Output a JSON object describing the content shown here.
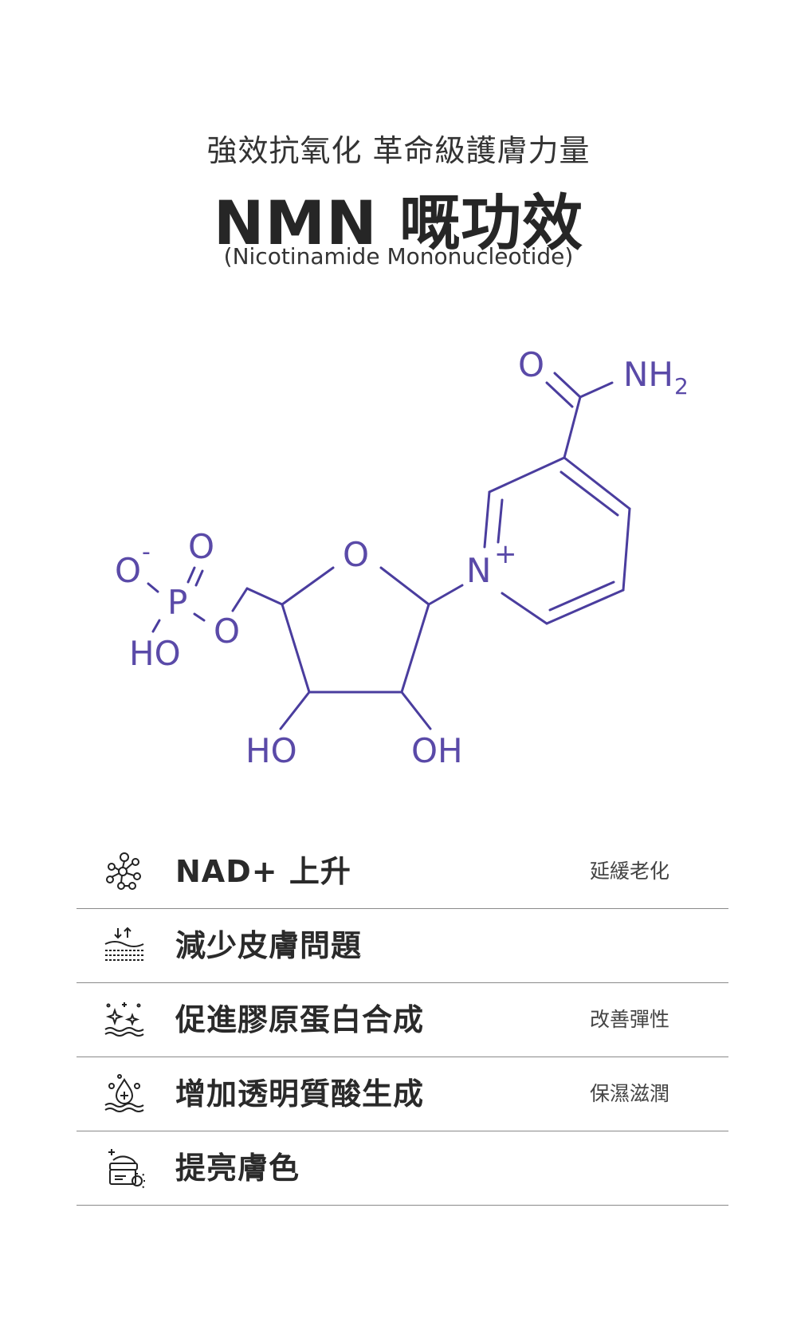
{
  "header": {
    "subtitle": "強效抗氧化 革命級護膚力量",
    "title": "NMN 嘅功效",
    "latin_name": "(Nicotinamide Mononucleotide)"
  },
  "molecule": {
    "color": "#5a4aa8",
    "labels": {
      "o_carbonyl": "O",
      "nh2_n": "NH",
      "nh2_sub": "2",
      "n_plus": "N",
      "n_charge": "+",
      "o_ring": "O",
      "p": "P",
      "o_p_top": "O",
      "o_minus": "O",
      "minus": "-",
      "o_bridge": "O",
      "ho_p": "HO",
      "ho_left": "HO",
      "oh_right": "OH"
    }
  },
  "benefits": [
    {
      "icon": "molecule-cluster-icon",
      "label": "NAD+ 上升",
      "note": "延緩老化"
    },
    {
      "icon": "skin-layers-icon",
      "label": "減少皮膚問題",
      "note": ""
    },
    {
      "icon": "sparkle-skin-icon",
      "label": "促進膠原蛋白合成",
      "note": "改善彈性"
    },
    {
      "icon": "droplet-skin-icon",
      "label": "增加透明質酸生成",
      "note": "保濕滋潤"
    },
    {
      "icon": "cream-jar-icon",
      "label": "提亮膚色",
      "note": ""
    }
  ]
}
